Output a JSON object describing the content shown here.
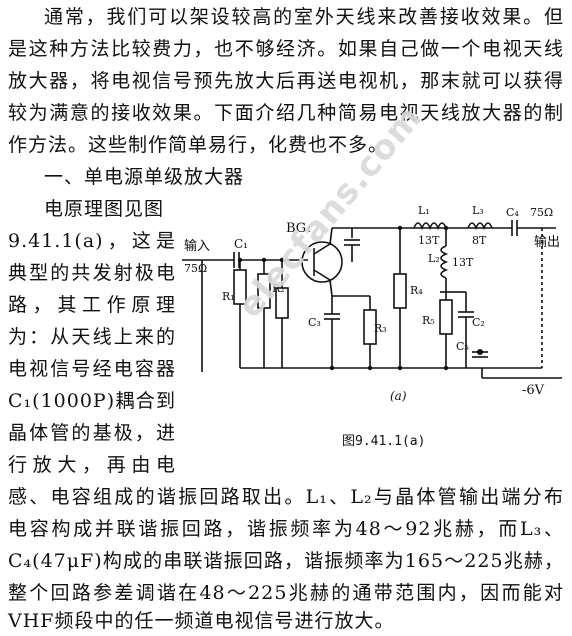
{
  "paragraphs": {
    "intro": [
      "通常，我们可以架设较高的室外天线来改善接收效果。但",
      "是这种方法比较费力，也不够经济。如果自己做一个电视天线",
      "放大器，将电视信号预先放大后再送电视机，那末就可以获得",
      "较为满意的接收效果。下面介绍几种简易电视天线放大器的制",
      "作方法。这些制作简单易行，化费也不多。"
    ],
    "section_heading": "一、单电源单级放大器",
    "narrow_column": [
      "电原理图见图",
      "9.41.1(a)，这是",
      "典型的共发射极电",
      "路，其工作原理",
      "为：从天线上来的",
      "电视信号经电容器",
      "C₁(1000P)耦合到",
      "晶体管的基极，进",
      "行放大，再由电"
    ],
    "closing": [
      "感、电容组成的谐振回路取出。L₁、L₂与晶体管输出端分布",
      "电容构成并联谐振回路，谐振频率为48～92兆赫，而L₃、",
      "C₄(47μF)构成的串联谐振回路，谐振频率为165～225兆赫，",
      "整个回路参差调谐在48～225兆赫的通带范围内，因而能对",
      "VHF频段中的任一频道电视信号进行放大。"
    ]
  },
  "figure": {
    "caption": "图9.41.1(a)",
    "subcaption": "(a)",
    "labels": {
      "input": "输入",
      "input_impedance": "75Ω",
      "output": "输出",
      "output_impedance": "75Ω",
      "supply": "-6V",
      "transistor": "BG₁",
      "c1": "C₁",
      "c2": "C₂",
      "c3": "C₃",
      "c4": "C₄",
      "c5": "C₅",
      "r1": "R₁",
      "r2": "R₂",
      "r3": "R₃",
      "r4": "R₄",
      "r5": "R₅",
      "l1": "L₁",
      "l2": "L₂",
      "l3": "L₃",
      "l1_turns": "13T",
      "l2_turns": "13T",
      "l3_turns": "8T"
    }
  },
  "watermark": "elecfans.com"
}
